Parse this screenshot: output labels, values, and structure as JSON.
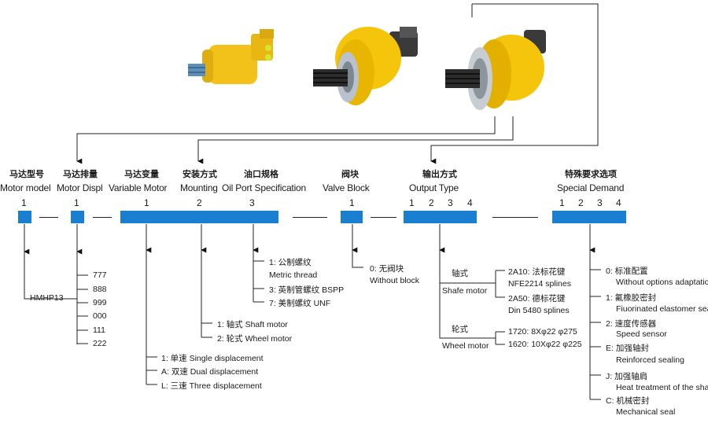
{
  "colors": {
    "accent": "#1a7fd1",
    "motor_yellow": "#f3c400",
    "line": "#222222"
  },
  "groups": [
    {
      "cn": "马达型号",
      "en": "Motor model",
      "nums": [
        "1"
      ]
    },
    {
      "cn": "马达排量",
      "en": "Motor Displ",
      "nums": [
        "1"
      ]
    },
    {
      "cn": "马达变量",
      "en": "Variable Motor",
      "nums": [
        "1"
      ]
    },
    {
      "cn": "安装方式",
      "en": "Mounting",
      "nums": [
        "2"
      ]
    },
    {
      "cn": "油口规格",
      "en": "Oil Port Specification",
      "nums": [
        "3"
      ]
    },
    {
      "cn": "阀块",
      "en": "Valve Block",
      "nums": [
        "1"
      ]
    },
    {
      "cn": "输出方式",
      "en": "Output Type",
      "nums": [
        "1",
        "2",
        "3",
        "4"
      ]
    },
    {
      "cn": "特殊要求选项",
      "en": "Special Demand",
      "nums": [
        "1",
        "2",
        "3",
        "4"
      ]
    }
  ],
  "model": {
    "label": "HMHP13"
  },
  "displacements": [
    "777",
    "888",
    "999",
    "000",
    "111",
    "222"
  ],
  "variable": [
    "1: 单速 Single displacement",
    "A: 双速 Dual displacement",
    "L: 三速 Three displacement"
  ],
  "mounting": [
    "1: 轴式 Shaft motor",
    "2: 轮式 Wheel motor"
  ],
  "oil_port": [
    "1: 公制螺纹",
    "Metric thread",
    "3: 英制管螺纹 BSPP",
    "7: 美制螺纹 UNF"
  ],
  "valve": [
    "0: 无阀块",
    "Without block"
  ],
  "output": {
    "shaft_cn": "轴式",
    "shaft_en": "Shafe motor",
    "shaft_items": [
      "2A10: 法标花键",
      "NFE2214 splines",
      "2A50: 德标花键",
      "Din 5480 splines"
    ],
    "wheel_cn": "轮式",
    "wheel_en": "Wheel motor",
    "wheel_items": [
      "1720: 8Xφ22 φ275",
      "1620: 10Xφ22 φ225"
    ]
  },
  "special": [
    "0: 标准配置",
    "Without options adaptations",
    "1: 氟橡胶密封",
    "Fiuorinated elastomer seals",
    "2: 速度传感器",
    "Speed sensor",
    "E: 加强轴封",
    "Reinforced sealing",
    "J: 加强轴肩",
    "Heat treatment of the shaft",
    "C: 机械密封",
    "Mechanical seal"
  ]
}
